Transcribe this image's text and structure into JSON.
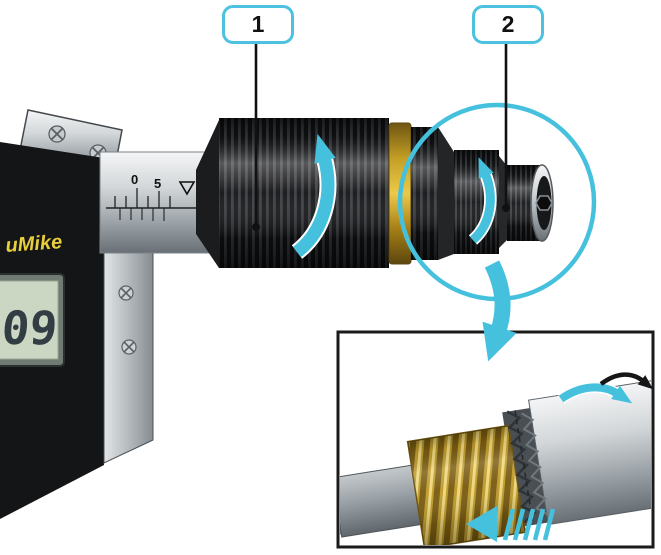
{
  "figure": {
    "callouts": [
      {
        "label": "1"
      },
      {
        "label": "2"
      }
    ],
    "device": {
      "brand_text": "uMike",
      "lcd_digits": "09",
      "scale_numbers": [
        "0",
        "5"
      ]
    },
    "colors": {
      "accent_cyan": "#45C1DE",
      "gold": "#C9A02C",
      "body_black": "#141517",
      "metal_gray": "#B4BABE"
    }
  }
}
